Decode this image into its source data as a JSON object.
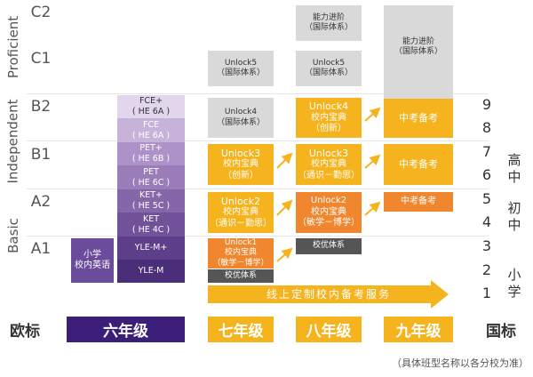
{
  "cefr_groups": [
    {
      "label": "Proficient"
    },
    {
      "label": "Independent"
    },
    {
      "label": "Basic"
    }
  ],
  "cefr_levels": [
    "C2",
    "C1",
    "B2",
    "B1",
    "A2",
    "A1"
  ],
  "grade6": {
    "school_english": {
      "line1": "小学",
      "line2": "校内英语"
    },
    "levels": [
      {
        "a": "FCE+",
        "b": "( HE 6A )",
        "color": "#e2d6ec",
        "text_color": "#333333"
      },
      {
        "a": "FCE",
        "b": "( HE 6A )",
        "color": "#c7b3d9",
        "text_color": "#ffffff"
      },
      {
        "a": "PET+",
        "b": "( HE 6B )",
        "color": "#ad92c9",
        "text_color": "#ffffff"
      },
      {
        "a": "PET",
        "b": "( HE 6C )",
        "color": "#9a7db8",
        "text_color": "#ffffff"
      },
      {
        "a": "KET+",
        "b": "( HE 5C )",
        "color": "#8566a8",
        "text_color": "#ffffff"
      },
      {
        "a": "KET",
        "b": "( HE 4C )",
        "color": "#71529a",
        "text_color": "#ffffff"
      },
      {
        "a": "YLE-M+",
        "b": "",
        "color": "#5c3e8b",
        "text_color": "#ffffff"
      },
      {
        "a": "YLE-M",
        "b": "",
        "color": "#4a2e7a",
        "text_color": "#ffffff"
      }
    ]
  },
  "grade7": {
    "unlock5": {
      "l1": "Unlock5",
      "l2": "（国际体系）"
    },
    "unlock4": {
      "l1": "Unlock4",
      "l2": "（国际体系）"
    },
    "unlock3": {
      "l1": "Unlock3",
      "l2": "校内宝典",
      "l3": "（创新）"
    },
    "unlock2": {
      "l1": "Unlock2",
      "l2": "校内宝典",
      "l3": "（通识－勤思）"
    },
    "unlock1": {
      "l1": "Unlock1",
      "l2": "校内宝典",
      "l3": "（敏学－博学）"
    },
    "excellent": "校优体系"
  },
  "grade8": {
    "advanced": {
      "l1": "能力进阶",
      "l2": "（国际体系）"
    },
    "unlock5": {
      "l1": "Unlock5",
      "l2": "（国际体系）"
    },
    "unlock4": {
      "l1": "Unlock4",
      "l2": "校内宝典",
      "l3": "（创新）"
    },
    "unlock3": {
      "l1": "Unlock3",
      "l2": "校内宝典",
      "l3": "（通识－勤思）"
    },
    "unlock2": {
      "l1": "Unlock2",
      "l2": "校内宝典",
      "l3": "（敏学－博学）"
    },
    "excellent": "校优体系"
  },
  "grade9": {
    "advanced": {
      "l1": "能力进阶",
      "l2": "（国际体系）"
    },
    "exam1": "中考备考",
    "exam2": "中考备考",
    "exam3": "中考备考"
  },
  "online_service": "线上定制校内备考服务",
  "bottom": {
    "left_label": "欧标",
    "grades": [
      "六年级",
      "七年级",
      "八年级",
      "九年级"
    ],
    "right_label": "国标"
  },
  "national_numbers": [
    "9",
    "8",
    "7",
    "6",
    "5",
    "4",
    "3",
    "2",
    "1"
  ],
  "national_levels": [
    "高中",
    "初中",
    "小学"
  ],
  "footnote": "（具体班型名称以各分校为准）",
  "colors": {
    "purple_dark": "#3b1e78",
    "gold": "#f5b41e",
    "orange": "#f0872f",
    "gray": "#d9d9d9",
    "dark_gray": "#555555"
  }
}
